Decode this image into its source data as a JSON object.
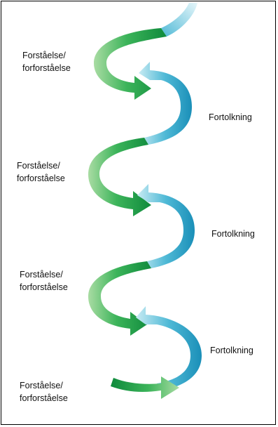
{
  "diagram": {
    "labels": {
      "forstaelse": [
        "Forståelse/",
        "forforståelse"
      ],
      "fortolkning": "Fortolkning"
    },
    "colors": {
      "green_dark": "#0f8a3c",
      "green_mid": "#3cb45a",
      "green_light": "#a9dca3",
      "blue_dark": "#1a8fb8",
      "blue_mid": "#4fb9d6",
      "blue_light": "#c8ebf3",
      "border": "#000000"
    }
  }
}
